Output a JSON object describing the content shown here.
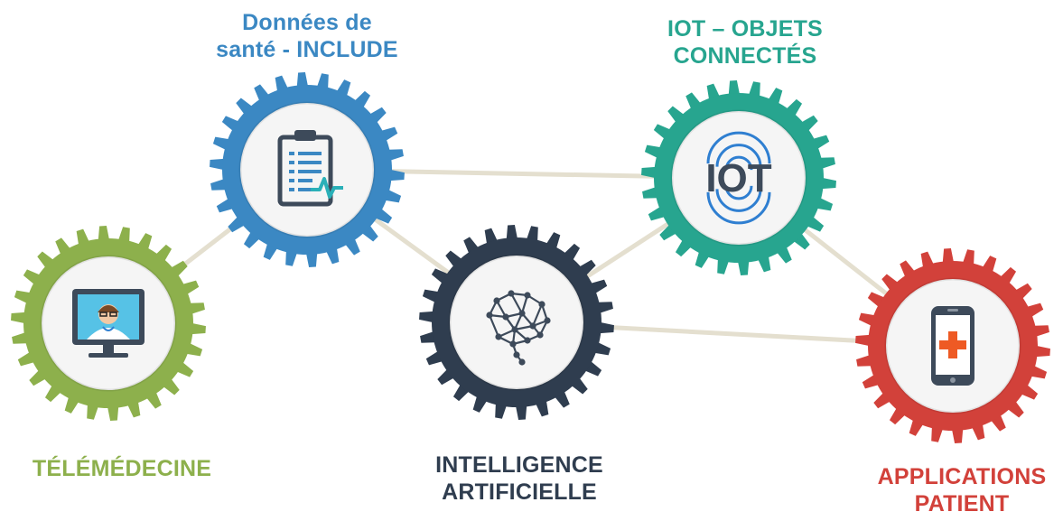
{
  "colors": {
    "connector": "#e4dfcf",
    "inner_circle": "#f5f5f5",
    "icon_dark": "#3d4a5a"
  },
  "nodes": [
    {
      "id": "donnees",
      "label_lines": [
        "Données de",
        "santé - INCLUDE"
      ],
      "color": "#3b88c3",
      "icon": "clipboard-health-icon"
    },
    {
      "id": "iot",
      "label_lines": [
        "IOT – OBJETS",
        "CONNECTÉS"
      ],
      "color": "#27a58f",
      "icon": "iot-signal-icon",
      "icon_text": "IOT"
    },
    {
      "id": "telemedecine",
      "label_lines": [
        "TÉLÉMÉDECINE"
      ],
      "color": "#8db04c",
      "icon": "doctor-monitor-icon"
    },
    {
      "id": "ia",
      "label_lines": [
        "INTELLIGENCE",
        "ARTIFICIELLE"
      ],
      "color": "#2f3d4f",
      "icon": "neural-brain-icon"
    },
    {
      "id": "applications",
      "label_lines": [
        "APPLICATIONS",
        "PATIENT"
      ],
      "color": "#d2413a",
      "icon": "smartphone-cross-icon"
    }
  ]
}
